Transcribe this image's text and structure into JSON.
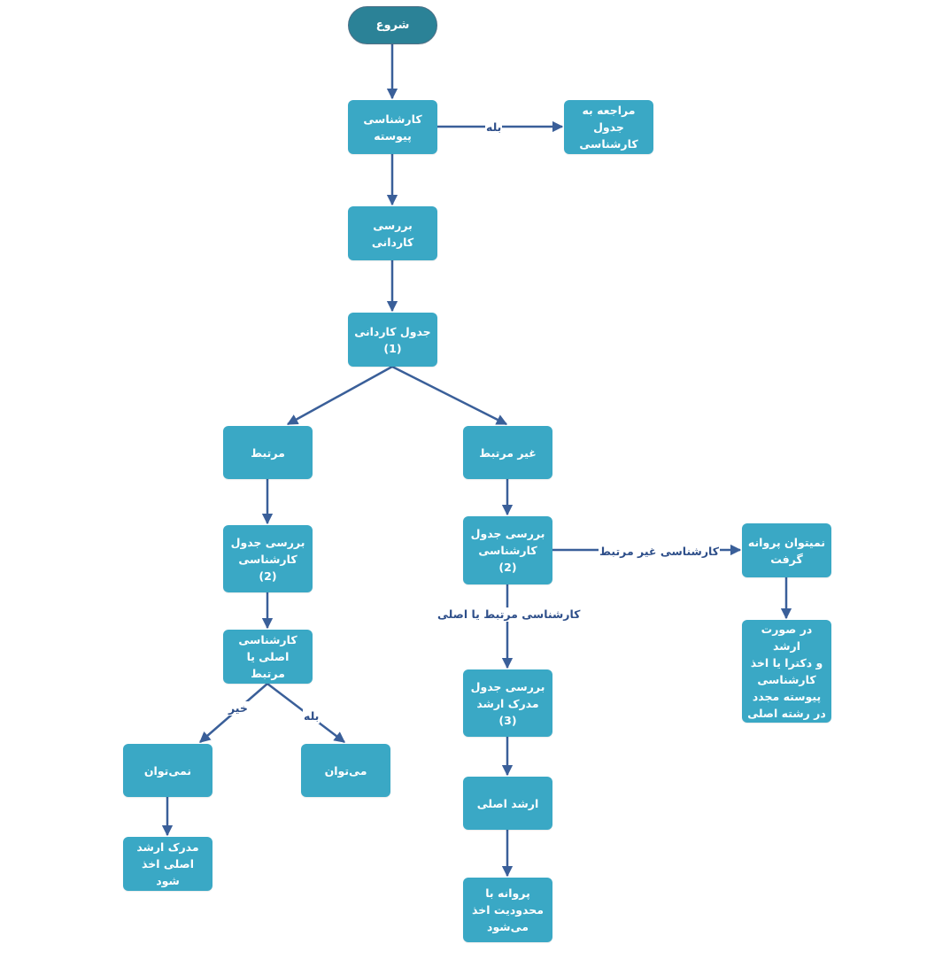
{
  "nodes": {
    "start": "شروع",
    "continuous_bachelor": "کارشناسی\nپیوسته",
    "refer_bachelor_table": "مراجعه به\nجدول\nکارشناسی",
    "check_associate": "بررسی\nکاردانی",
    "associate_table": "جدول کاردانی\n(1)",
    "related": "مرتبط",
    "unrelated": "غیر مرتبط",
    "check_bachelor_table_left": "بررسی جدول\nکارشناسی\n(2)",
    "bachelor_main_or_related": "کارشناسی\nاصلی یا مرتبط",
    "cannot": "نمی‌توان",
    "can": "می‌توان",
    "get_main_masters": "مدرک ارشد\nاصلی اخذ شود",
    "check_bachelor_table_right": "بررسی جدول\nکارشناسی\n(2)",
    "cannot_get_license": "نمیتوان پروانه\nگرفت",
    "if_masters_phd": "در صورت ارشد\nو دکترا یا اخذ\nکارشناسی\nپیوسته مجدد\nدر رشته اصلی",
    "check_masters_table": "بررسی جدول\nمدرک ارشد\n(3)",
    "main_masters": "ارشد اصلی",
    "limited_license": "پروانه با\nمحدودیت اخذ\nمی‌شود"
  },
  "edge_labels": {
    "yes_top": "بله",
    "unrelated_bachelor": "کارشناسی غیر مرتبط",
    "related_or_main_bachelor": "کارشناسی مرتبط یا اصلی",
    "no": "خیر",
    "yes_bottom": "بله"
  },
  "colors": {
    "node_fill": "#3aa8c5",
    "start_fill": "#2b8297",
    "edge": "#3a5f99",
    "edge_label": "#2e4f8a"
  }
}
